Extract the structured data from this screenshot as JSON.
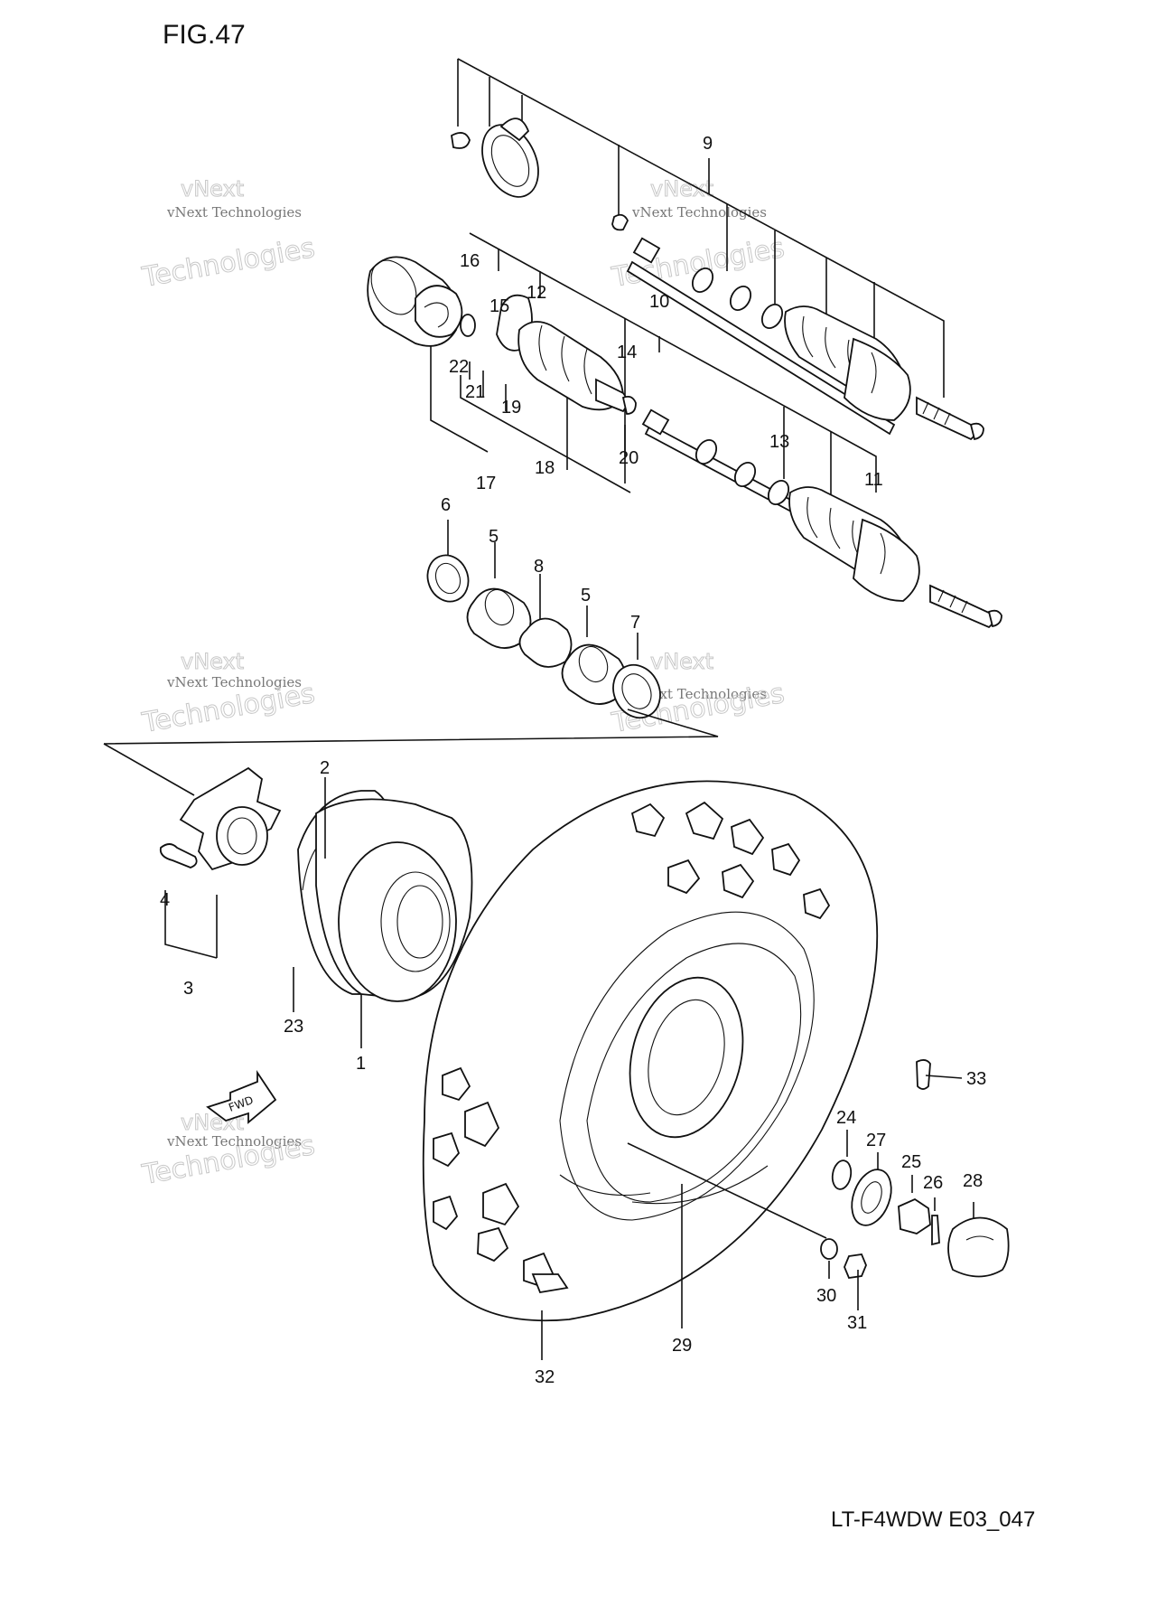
{
  "figure": {
    "title": "FIG.47",
    "code": "LT-F4WDW E03_047"
  },
  "watermark": {
    "line1": "vNext Technologies",
    "line2": "vNext",
    "line3": "Technologies"
  },
  "icons": {
    "forward_arrow": "fwd-arrow-icon",
    "forward_text": "FWD"
  },
  "callouts": [
    "1",
    "2",
    "3",
    "4",
    "5",
    "5",
    "6",
    "7",
    "8",
    "9",
    "10",
    "11",
    "12",
    "13",
    "14",
    "15",
    "16",
    "17",
    "18",
    "19",
    "20",
    "21",
    "22",
    "23",
    "24",
    "25",
    "26",
    "27",
    "28",
    "29",
    "30",
    "31",
    "32",
    "33"
  ]
}
